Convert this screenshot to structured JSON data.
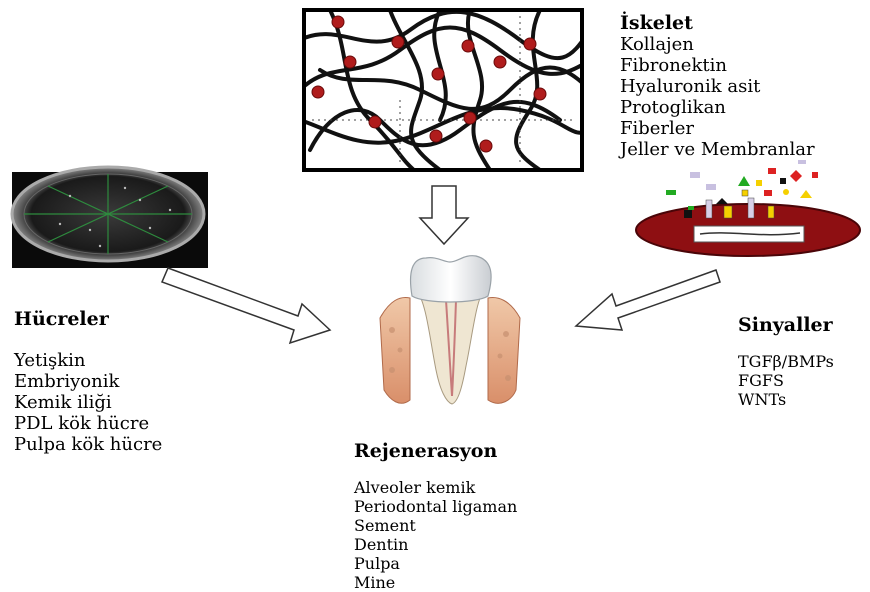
{
  "scaffold": {
    "title": "İskelet",
    "items": [
      "Kollajen",
      "Fibronektin",
      "Hyaluronik asit",
      "Protoglikan",
      "Fiberler",
      "Jeller ve Membranlar"
    ]
  },
  "cells": {
    "title": "Hücreler",
    "items": [
      "Yetişkin",
      "Embriyonik",
      "Kemik iliği",
      "PDL kök hücre",
      "Pulpa kök hücre"
    ]
  },
  "signals": {
    "title": "Sinyaller",
    "items": [
      "TGFβ/BMPs",
      "FGFS",
      "WNTs"
    ]
  },
  "regeneration": {
    "title": "Rejenerasyon",
    "items": [
      "Alveoler kemik",
      "Periodontal ligaman",
      "Sement",
      "Dentin",
      "Pulpa",
      "Mine"
    ]
  },
  "colors": {
    "accent_red": "#b01c1c",
    "cell_disk": "#8e0f12",
    "dish_green": "#2e8b3e"
  },
  "icons": [
    "scaffold-network-icon",
    "petri-dish-icon",
    "cell-signal-icon",
    "tooth-icon",
    "arrow-icon"
  ]
}
